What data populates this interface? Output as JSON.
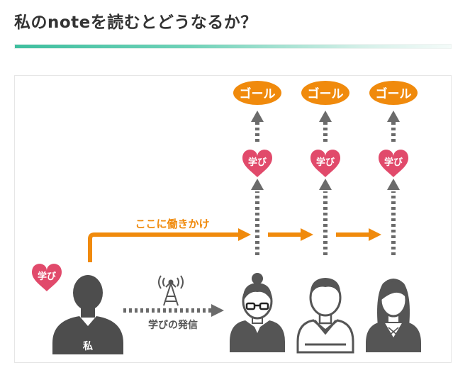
{
  "heading": {
    "title": "私のnoteを読むとどうなるか？"
  },
  "diagram": {
    "goal_label": "ゴール",
    "learning_label": "学び",
    "approach_label": "ここに働きかけ",
    "broadcast_label": "学びの発信",
    "self_label": "私",
    "colors": {
      "goal": "#f08a0c",
      "heart": "#e14a6b",
      "arrow_orange": "#f08a0c",
      "arrow_gray": "#6b6b6b",
      "person": "#555555",
      "heading_accent": "#3fbf9f"
    }
  }
}
